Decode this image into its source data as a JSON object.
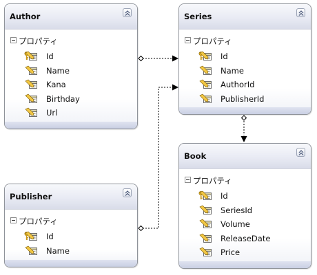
{
  "section_label": "プロパティ",
  "entities": [
    {
      "key": "author",
      "title": "Author",
      "properties": [
        {
          "name": "Id",
          "is_key": true
        },
        {
          "name": "Name",
          "is_key": false
        },
        {
          "name": "Kana",
          "is_key": false
        },
        {
          "name": "Birthday",
          "is_key": false
        },
        {
          "name": "Url",
          "is_key": false
        }
      ]
    },
    {
      "key": "series",
      "title": "Series",
      "properties": [
        {
          "name": "Id",
          "is_key": true
        },
        {
          "name": "Name",
          "is_key": false
        },
        {
          "name": "AuthorId",
          "is_key": false
        },
        {
          "name": "PublisherId",
          "is_key": false
        }
      ]
    },
    {
      "key": "book",
      "title": "Book",
      "properties": [
        {
          "name": "Id",
          "is_key": true
        },
        {
          "name": "SeriesId",
          "is_key": false
        },
        {
          "name": "Volume",
          "is_key": false
        },
        {
          "name": "ReleaseDate",
          "is_key": false
        },
        {
          "name": "Price",
          "is_key": false
        }
      ]
    },
    {
      "key": "publisher",
      "title": "Publisher",
      "properties": [
        {
          "name": "Id",
          "is_key": true
        },
        {
          "name": "Name",
          "is_key": false
        }
      ]
    }
  ],
  "associations": [
    {
      "from": "Author",
      "to": "Series"
    },
    {
      "from": "Publisher",
      "to": "Series"
    },
    {
      "from": "Series",
      "to": "Book"
    }
  ],
  "colors": {
    "header_top": "#f7f8fb",
    "header_bottom": "#d9dce9",
    "border": "#8f939a",
    "key_icon": "#d4a017",
    "connector": "#000000"
  },
  "icons": {
    "collapse": "double-chevron-up-icon",
    "section": "minus-box-icon",
    "property": "property-icon",
    "key": "key-icon"
  }
}
